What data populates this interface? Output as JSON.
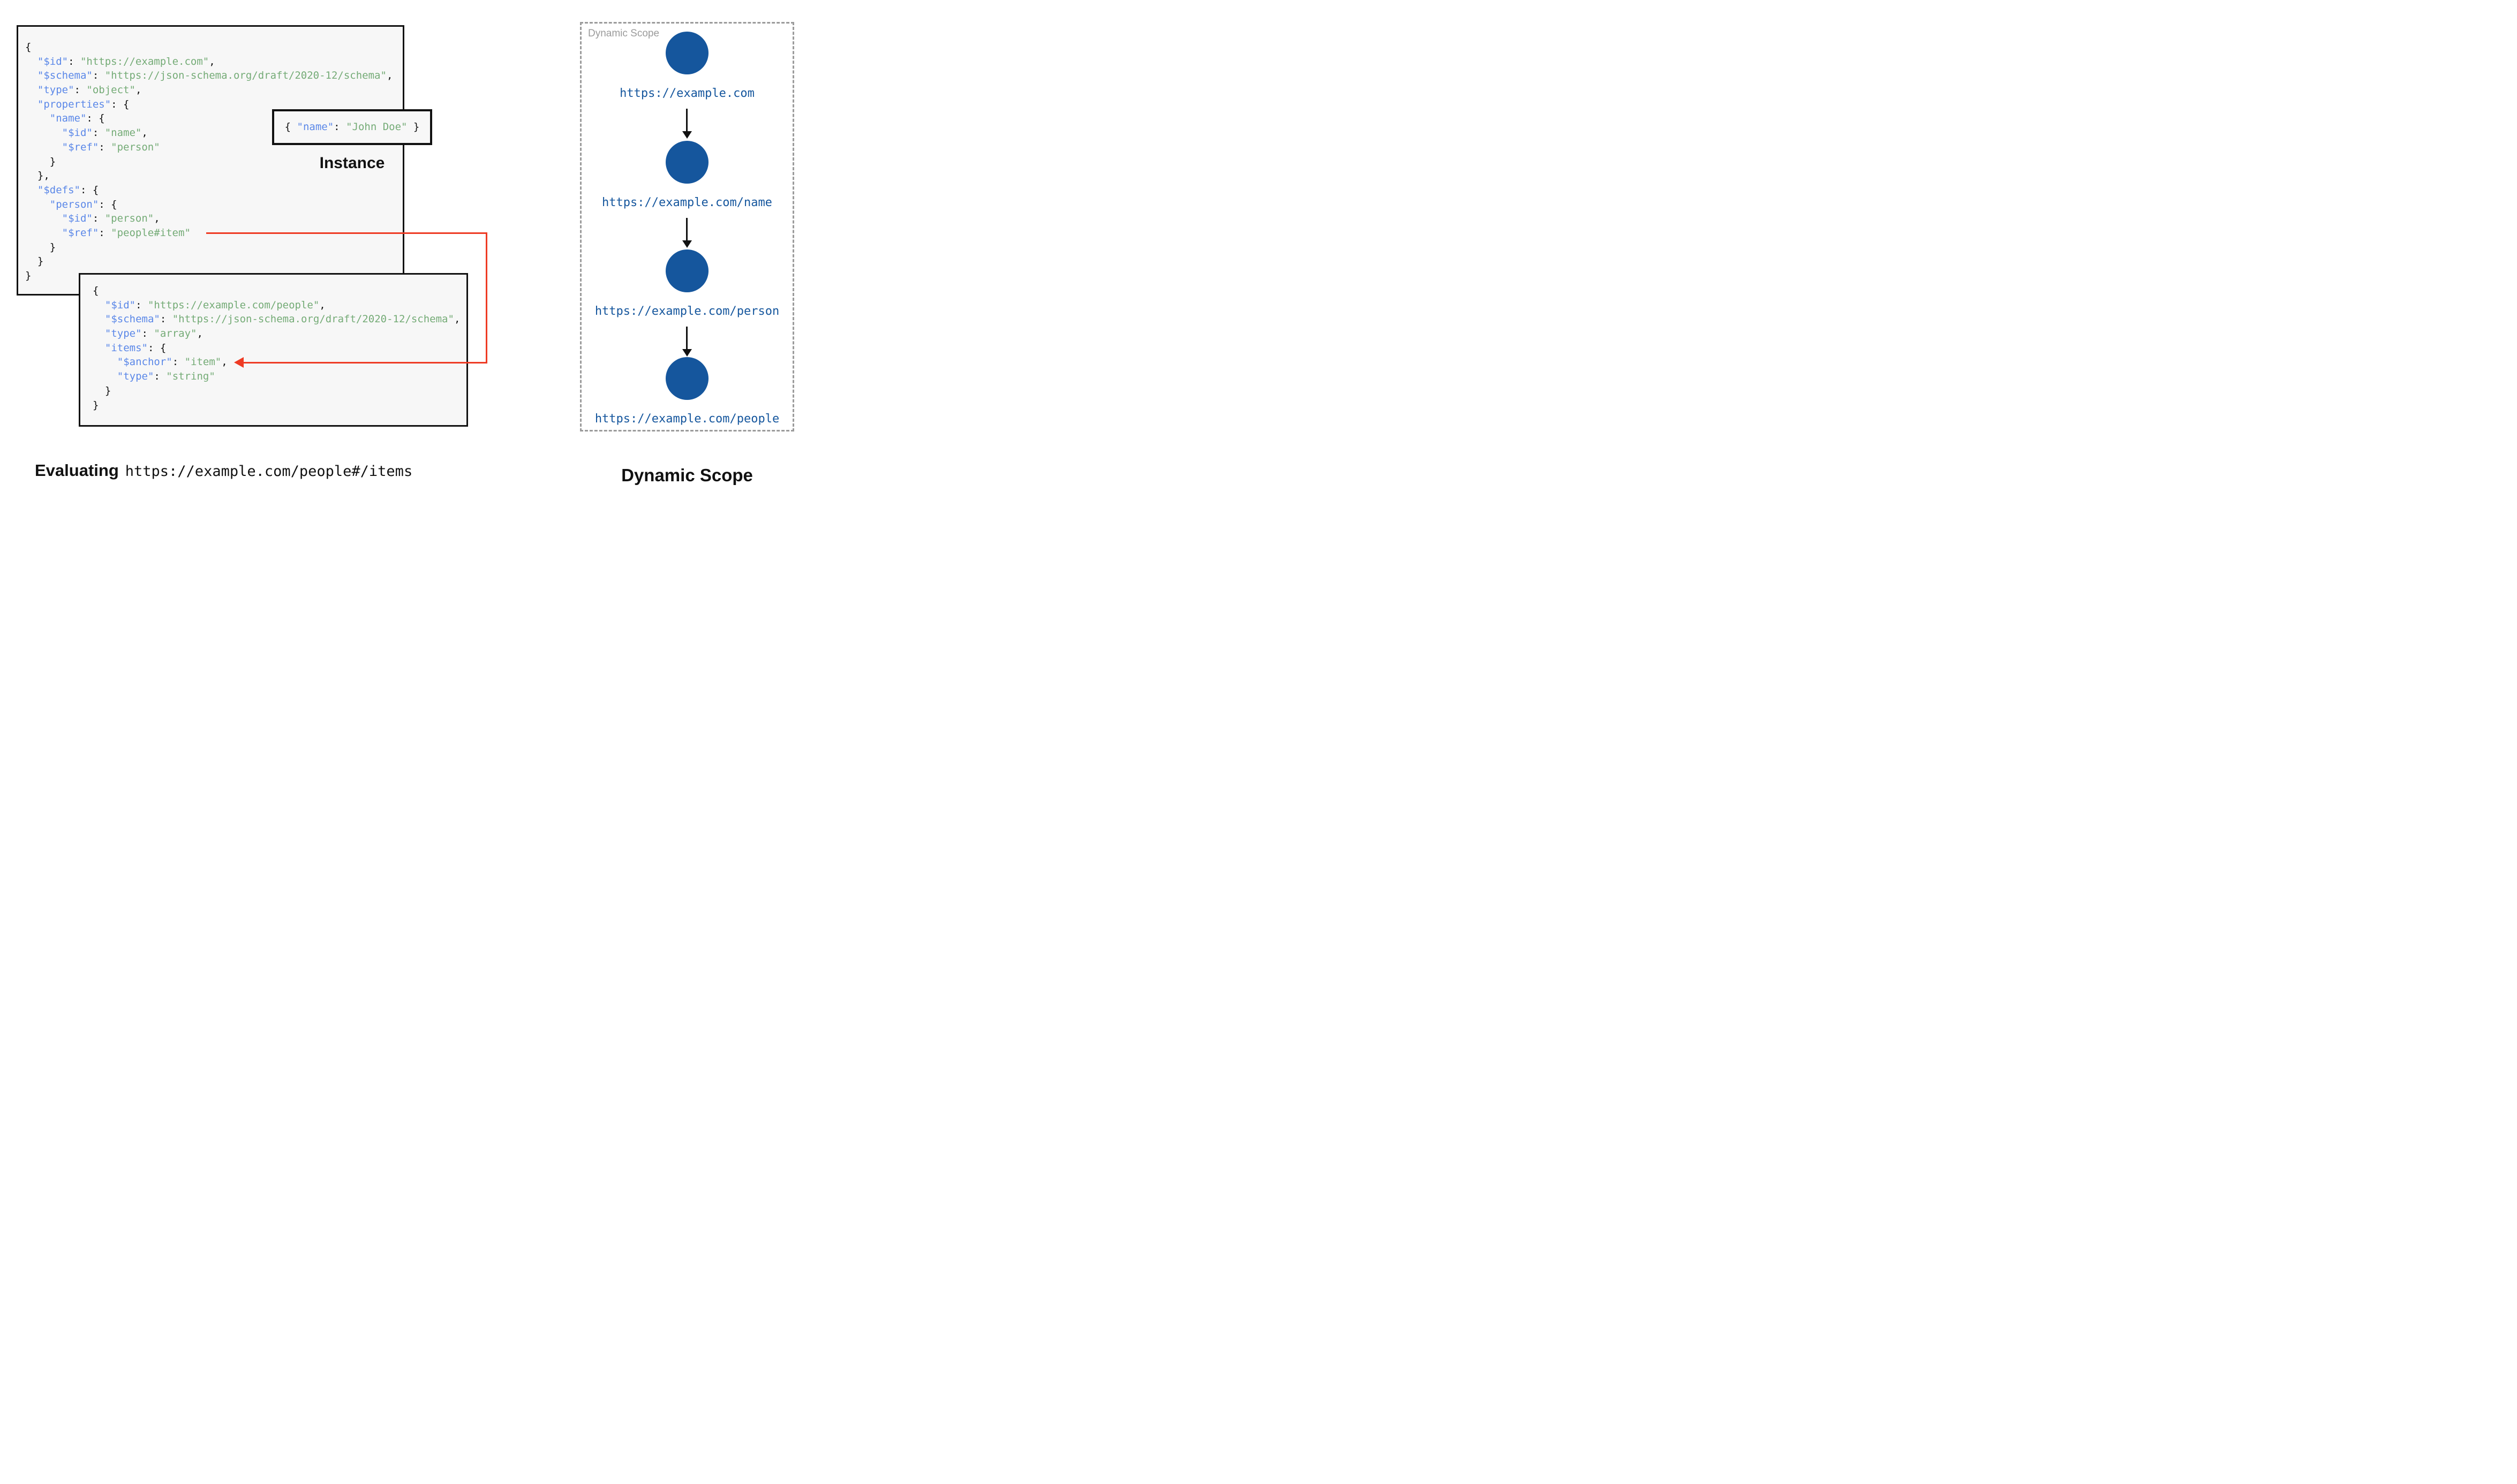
{
  "colors": {
    "key_blue": "#5a87e8",
    "string_green": "#74ab76",
    "node_blue": "#15569d",
    "arrow_red": "#ee3b24",
    "box_bg": "#f7f7f7",
    "muted_gray": "#9b9b9b",
    "ink": "#111111"
  },
  "schema1": {
    "lines": [
      [
        [
          "p",
          "{"
        ]
      ],
      [
        [
          "p",
          "  "
        ],
        [
          "k",
          "\"$id\""
        ],
        [
          "p",
          ": "
        ],
        [
          "s",
          "\"https://example.com\""
        ],
        [
          "p",
          ","
        ]
      ],
      [
        [
          "p",
          "  "
        ],
        [
          "k",
          "\"$schema\""
        ],
        [
          "p",
          ": "
        ],
        [
          "s",
          "\"https://json-schema.org/draft/2020-12/schema\""
        ],
        [
          "p",
          ","
        ]
      ],
      [
        [
          "p",
          "  "
        ],
        [
          "k",
          "\"type\""
        ],
        [
          "p",
          ": "
        ],
        [
          "s",
          "\"object\""
        ],
        [
          "p",
          ","
        ]
      ],
      [
        [
          "p",
          "  "
        ],
        [
          "k",
          "\"properties\""
        ],
        [
          "p",
          ": {"
        ]
      ],
      [
        [
          "p",
          "    "
        ],
        [
          "k",
          "\"name\""
        ],
        [
          "p",
          ": {"
        ]
      ],
      [
        [
          "p",
          "      "
        ],
        [
          "k",
          "\"$id\""
        ],
        [
          "p",
          ": "
        ],
        [
          "s",
          "\"name\""
        ],
        [
          "p",
          ","
        ]
      ],
      [
        [
          "p",
          "      "
        ],
        [
          "k",
          "\"$ref\""
        ],
        [
          "p",
          ": "
        ],
        [
          "s",
          "\"person\""
        ]
      ],
      [
        [
          "p",
          "    }"
        ]
      ],
      [
        [
          "p",
          "  },"
        ]
      ],
      [
        [
          "p",
          "  "
        ],
        [
          "k",
          "\"$defs\""
        ],
        [
          "p",
          ": {"
        ]
      ],
      [
        [
          "p",
          "    "
        ],
        [
          "k",
          "\"person\""
        ],
        [
          "p",
          ": {"
        ]
      ],
      [
        [
          "p",
          "      "
        ],
        [
          "k",
          "\"$id\""
        ],
        [
          "p",
          ": "
        ],
        [
          "s",
          "\"person\""
        ],
        [
          "p",
          ","
        ]
      ],
      [
        [
          "p",
          "      "
        ],
        [
          "k",
          "\"$ref\""
        ],
        [
          "p",
          ": "
        ],
        [
          "s",
          "\"people#item\""
        ]
      ],
      [
        [
          "p",
          "    }"
        ]
      ],
      [
        [
          "p",
          "  }"
        ]
      ],
      [
        [
          "p",
          "}"
        ]
      ]
    ]
  },
  "schema2": {
    "lines": [
      [
        [
          "p",
          "{"
        ]
      ],
      [
        [
          "p",
          "  "
        ],
        [
          "k",
          "\"$id\""
        ],
        [
          "p",
          ": "
        ],
        [
          "s",
          "\"https://example.com/people\""
        ],
        [
          "p",
          ","
        ]
      ],
      [
        [
          "p",
          "  "
        ],
        [
          "k",
          "\"$schema\""
        ],
        [
          "p",
          ": "
        ],
        [
          "s",
          "\"https://json-schema.org/draft/2020-12/schema\""
        ],
        [
          "p",
          ","
        ]
      ],
      [
        [
          "p",
          "  "
        ],
        [
          "k",
          "\"type\""
        ],
        [
          "p",
          ": "
        ],
        [
          "s",
          "\"array\""
        ],
        [
          "p",
          ","
        ]
      ],
      [
        [
          "p",
          "  "
        ],
        [
          "k",
          "\"items\""
        ],
        [
          "p",
          ": {"
        ]
      ],
      [
        [
          "p",
          "    "
        ],
        [
          "k",
          "\"$anchor\""
        ],
        [
          "p",
          ": "
        ],
        [
          "s",
          "\"item\""
        ],
        [
          "p",
          ","
        ]
      ],
      [
        [
          "p",
          "    "
        ],
        [
          "k",
          "\"type\""
        ],
        [
          "p",
          ": "
        ],
        [
          "s",
          "\"string\""
        ]
      ],
      [
        [
          "p",
          "  }"
        ]
      ],
      [
        [
          "p",
          "}"
        ]
      ]
    ]
  },
  "instance": {
    "label": "Instance",
    "lines": [
      [
        [
          "p",
          "{ "
        ],
        [
          "k",
          "\"name\""
        ],
        [
          "p",
          ": "
        ],
        [
          "s",
          "\"John Doe\""
        ],
        [
          "p",
          " }"
        ]
      ]
    ]
  },
  "dynamic_scope": {
    "panel_label": "Dynamic Scope",
    "title": "Dynamic Scope",
    "nodes": [
      {
        "label": "https://example.com"
      },
      {
        "label": "https://example.com/name"
      },
      {
        "label": "https://example.com/person"
      },
      {
        "label": "https://example.com/people"
      }
    ]
  },
  "caption": {
    "prefix": "Evaluating",
    "uri": "https://example.com/people#/items"
  }
}
